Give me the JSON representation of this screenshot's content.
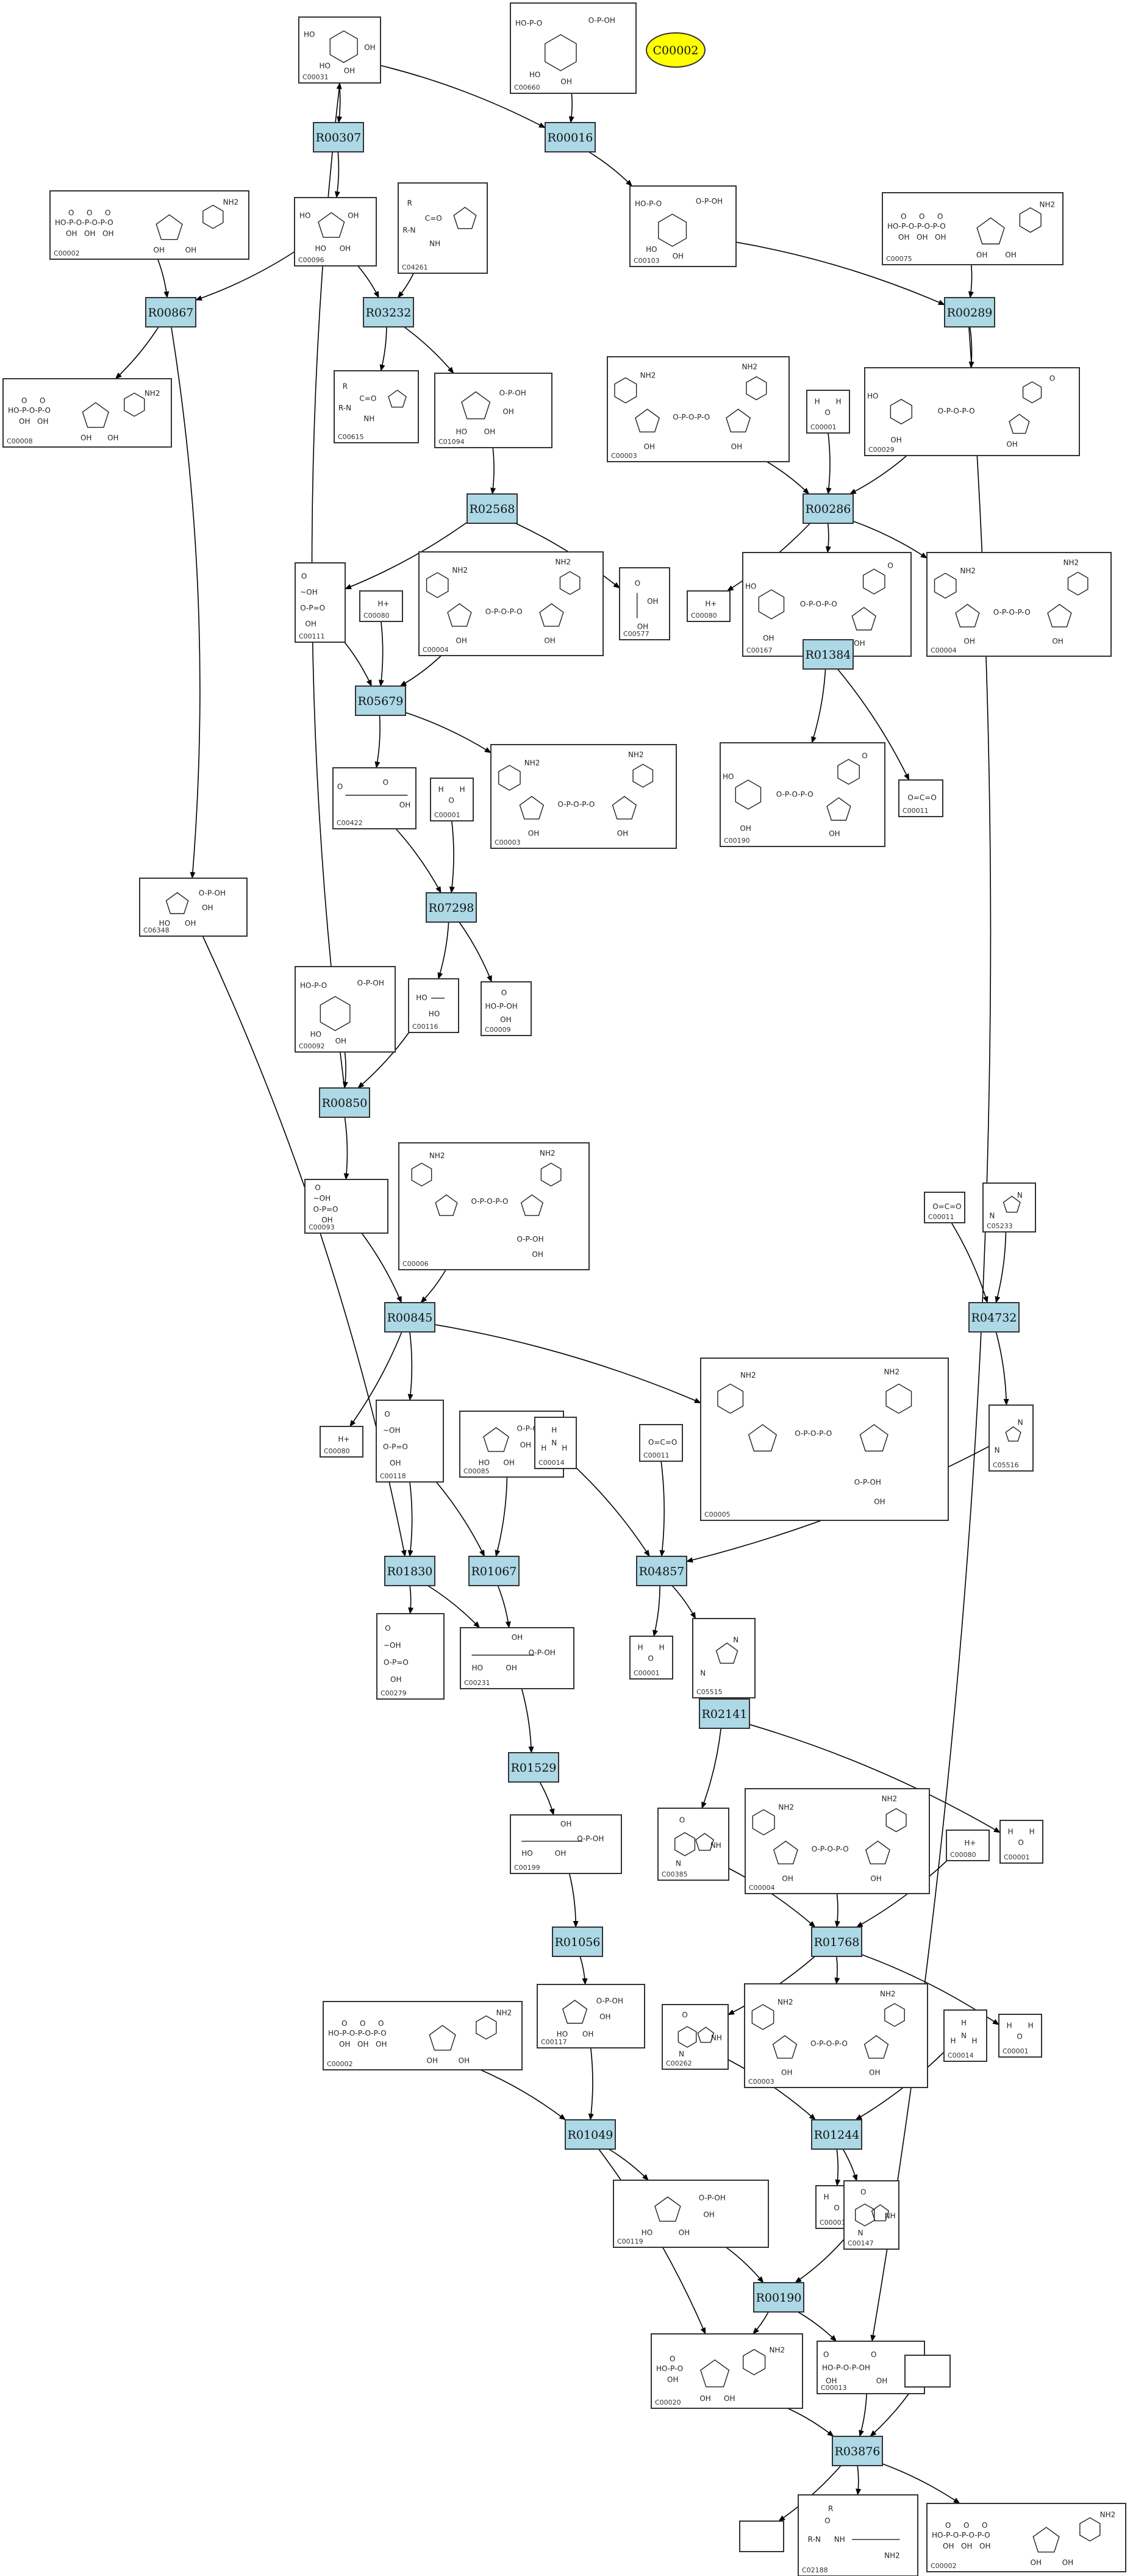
{
  "highlight": {
    "id": "C00002",
    "color": "#ffff00"
  },
  "colors": {
    "reaction_fill": "#add8e6",
    "edge": "#000000",
    "compound_border": "#333333"
  },
  "reactions": [
    {
      "key": "R00307",
      "label": "R00307"
    },
    {
      "key": "R00016",
      "label": "R00016"
    },
    {
      "key": "R00867",
      "label": "R00867"
    },
    {
      "key": "R03232",
      "label": "R03232"
    },
    {
      "key": "R00289",
      "label": "R00289"
    },
    {
      "key": "R02568",
      "label": "R02568"
    },
    {
      "key": "R00286",
      "label": "R00286"
    },
    {
      "key": "R05679",
      "label": "R05679"
    },
    {
      "key": "R01384",
      "label": "R01384"
    },
    {
      "key": "R07298",
      "label": "R07298"
    },
    {
      "key": "R00850",
      "label": "R00850"
    },
    {
      "key": "R04732",
      "label": "R04732"
    },
    {
      "key": "R00845",
      "label": "R00845"
    },
    {
      "key": "R01830",
      "label": "R01830"
    },
    {
      "key": "R01067",
      "label": "R01067"
    },
    {
      "key": "R04857",
      "label": "R04857"
    },
    {
      "key": "R01529",
      "label": "R01529"
    },
    {
      "key": "R02141",
      "label": "R02141"
    },
    {
      "key": "R01056",
      "label": "R01056"
    },
    {
      "key": "R01768",
      "label": "R01768"
    },
    {
      "key": "R01049",
      "label": "R01049"
    },
    {
      "key": "R01244",
      "label": "R01244"
    },
    {
      "key": "R00190",
      "label": "R00190"
    },
    {
      "key": "R03876",
      "label": "R03876"
    }
  ],
  "compounds": [
    {
      "key": "c00031",
      "id": "C00031",
      "icon": "hexose-ring"
    },
    {
      "key": "c00660",
      "id": "C00660",
      "icon": "sugar-phosphate-ring"
    },
    {
      "key": "c00002a",
      "id": "C00002",
      "icon": "nucleotide-triphosphate"
    },
    {
      "key": "c00096",
      "id": "C00096",
      "icon": "furanose-ring"
    },
    {
      "key": "c04261",
      "id": "C04261",
      "icon": "imidazole-peptide"
    },
    {
      "key": "c00103",
      "id": "C00103",
      "icon": "sugar-phosphate-ring"
    },
    {
      "key": "c00075",
      "id": "C00075",
      "icon": "nucleotide-triphosphate"
    },
    {
      "key": "c00008a",
      "id": "C00008",
      "icon": "nucleotide-diphosphate"
    },
    {
      "key": "c00615",
      "id": "C00615",
      "icon": "imidazole-peptide"
    },
    {
      "key": "c01094",
      "id": "C01094",
      "icon": "furanose-phosphate"
    },
    {
      "key": "c00003a",
      "id": "C00003",
      "icon": "nad-dinucleotide"
    },
    {
      "key": "c00001a",
      "id": "C00001",
      "icon": "water"
    },
    {
      "key": "c00029",
      "id": "C00029",
      "icon": "udp-sugar"
    },
    {
      "key": "c00111",
      "id": "C00111",
      "icon": "small-phosphate"
    },
    {
      "key": "c00080a",
      "id": "C00080",
      "icon": "proton"
    },
    {
      "key": "c00004a",
      "id": "C00004",
      "icon": "nad-dinucleotide"
    },
    {
      "key": "c00577",
      "id": "C00577",
      "icon": "small-aldehyde"
    },
    {
      "key": "c00080b",
      "id": "C00080",
      "icon": "proton"
    },
    {
      "key": "c00167",
      "id": "C00167",
      "icon": "udp-sugar"
    },
    {
      "key": "c00004b",
      "id": "C00004",
      "icon": "nad-dinucleotide"
    },
    {
      "key": "c00422",
      "id": "C00422",
      "icon": "lipid-chain"
    },
    {
      "key": "c00001b",
      "id": "C00001",
      "icon": "water"
    },
    {
      "key": "c00003b",
      "id": "C00003",
      "icon": "nad-dinucleotide"
    },
    {
      "key": "c00190",
      "id": "C00190",
      "icon": "udp-sugar"
    },
    {
      "key": "c00011a",
      "id": "C00011",
      "icon": "carbon-dioxide"
    },
    {
      "key": "c06348",
      "id": "C06348",
      "icon": "furanose-phosphate"
    },
    {
      "key": "c00092",
      "id": "C00092",
      "icon": "sugar-phosphate-ring"
    },
    {
      "key": "c00116",
      "id": "C00116",
      "icon": "small-alcohol"
    },
    {
      "key": "c00009",
      "id": "C00009",
      "icon": "phosphate"
    },
    {
      "key": "c00093",
      "id": "C00093",
      "icon": "small-phosphate"
    },
    {
      "key": "c00006a",
      "id": "C00006",
      "icon": "nadp-dinucleotide"
    },
    {
      "key": "c00011b",
      "id": "C00011",
      "icon": "carbon-dioxide"
    },
    {
      "key": "c05233",
      "id": "C05233",
      "icon": "imidazole"
    },
    {
      "key": "c00080c",
      "id": "C00080",
      "icon": "proton"
    },
    {
      "key": "c00118",
      "id": "C00118",
      "icon": "small-phosphate"
    },
    {
      "key": "c00085",
      "id": "C00085",
      "icon": "furanose-phosphate"
    },
    {
      "key": "c00014a",
      "id": "C00014",
      "icon": "ammonia"
    },
    {
      "key": "c00011c",
      "id": "C00011",
      "icon": "carbon-dioxide"
    },
    {
      "key": "c00005",
      "id": "C00005",
      "icon": "nadp-dinucleotide"
    },
    {
      "key": "c05516",
      "id": "C05516",
      "icon": "imidazole"
    },
    {
      "key": "c00279",
      "id": "C00279",
      "icon": "small-phosphate"
    },
    {
      "key": "c00231",
      "id": "C00231",
      "icon": "chain-phosphate"
    },
    {
      "key": "c00001c",
      "id": "C00001",
      "icon": "water"
    },
    {
      "key": "c05515",
      "id": "C05515",
      "icon": "imidazole"
    },
    {
      "key": "c00199",
      "id": "C00199",
      "icon": "chain-phosphate"
    },
    {
      "key": "c00385",
      "id": "C00385",
      "icon": "purine-base"
    },
    {
      "key": "c00004c",
      "id": "C00004",
      "icon": "nad-dinucleotide"
    },
    {
      "key": "c00080d",
      "id": "C00080",
      "icon": "proton"
    },
    {
      "key": "c00001d",
      "id": "C00001",
      "icon": "water"
    },
    {
      "key": "c00117",
      "id": "C00117",
      "icon": "furanose-phosphate"
    },
    {
      "key": "c00002b",
      "id": "C00002",
      "icon": "nucleotide-triphosphate"
    },
    {
      "key": "c00262",
      "id": "C00262",
      "icon": "purine-base"
    },
    {
      "key": "c00003c",
      "id": "C00003",
      "icon": "nad-dinucleotide"
    },
    {
      "key": "c00014b",
      "id": "C00014",
      "icon": "ammonia"
    },
    {
      "key": "c00001e",
      "id": "C00001",
      "icon": "water"
    },
    {
      "key": "c00119",
      "id": "C00119",
      "icon": "furanose-phosphate"
    },
    {
      "key": "c00001f",
      "id": "C00001",
      "icon": "water"
    },
    {
      "key": "c00147",
      "id": "C00147",
      "icon": "purine-base"
    },
    {
      "key": "c00020",
      "id": "C00020",
      "icon": "nucleotide-monophosphate"
    },
    {
      "key": "c00013",
      "id": "C00013",
      "icon": "diphosphate"
    },
    {
      "key": "blank1",
      "id": "",
      "icon": "empty"
    },
    {
      "key": "blank2",
      "id": "",
      "icon": "empty"
    },
    {
      "key": "c02188",
      "id": "C02188",
      "icon": "lysine-peptide"
    },
    {
      "key": "c00002c",
      "id": "C00002",
      "icon": "nucleotide-triphosphate"
    }
  ],
  "edges": [
    [
      "c00031",
      "R00307"
    ],
    [
      "c00031",
      "R00016"
    ],
    [
      "c00660",
      "R00016"
    ],
    [
      "R00307",
      "c00096"
    ],
    [
      "R00016",
      "c00103"
    ],
    [
      "c00096",
      "R00867"
    ],
    [
      "c00002a",
      "R00867"
    ],
    [
      "c00096",
      "R03232"
    ],
    [
      "c04261",
      "R03232"
    ],
    [
      "c00103",
      "R00289"
    ],
    [
      "c00075",
      "R00289"
    ],
    [
      "R00867",
      "c00008a"
    ],
    [
      "R00867",
      "c06348"
    ],
    [
      "R03232",
      "c00615"
    ],
    [
      "R03232",
      "c01094"
    ],
    [
      "R00289",
      "c00029"
    ],
    [
      "R00289",
      "c00013"
    ],
    [
      "c01094",
      "R02568"
    ],
    [
      "R02568",
      "c00111"
    ],
    [
      "R02568",
      "c00577"
    ],
    [
      "c00003a",
      "R00286"
    ],
    [
      "c00001a",
      "R00286"
    ],
    [
      "c00029",
      "R00286"
    ],
    [
      "R00286",
      "c00080b"
    ],
    [
      "R00286",
      "c00167"
    ],
    [
      "R00286",
      "c00004b"
    ],
    [
      "c00111",
      "R05679"
    ],
    [
      "c00080a",
      "R05679"
    ],
    [
      "c00004a",
      "R05679"
    ],
    [
      "R05679",
      "c00422"
    ],
    [
      "R05679",
      "c00003b"
    ],
    [
      "c00167",
      "R01384"
    ],
    [
      "R01384",
      "c00190"
    ],
    [
      "R01384",
      "c00011a"
    ],
    [
      "c00422",
      "R07298"
    ],
    [
      "c00001b",
      "R07298"
    ],
    [
      "R07298",
      "c00116"
    ],
    [
      "R07298",
      "c00009"
    ],
    [
      "c00092",
      "R00850"
    ],
    [
      "c00116",
      "R00850"
    ],
    [
      "R00850",
      "c00031"
    ],
    [
      "R00850",
      "c00093"
    ],
    [
      "c00093",
      "R00845"
    ],
    [
      "c00006a",
      "R00845"
    ],
    [
      "c00011b",
      "R04732"
    ],
    [
      "c05233",
      "R04732"
    ],
    [
      "R00845",
      "c00080c"
    ],
    [
      "R00845",
      "c00118"
    ],
    [
      "R00845",
      "c00005"
    ],
    [
      "R04732",
      "c05516"
    ],
    [
      "c00118",
      "R01830"
    ],
    [
      "c06348",
      "R01830"
    ],
    [
      "c00118",
      "R01067"
    ],
    [
      "c00085",
      "R01067"
    ],
    [
      "c00014a",
      "R04857"
    ],
    [
      "c00011c",
      "R04857"
    ],
    [
      "c05516",
      "R04857"
    ],
    [
      "R01830",
      "c00279"
    ],
    [
      "R01830",
      "c00231"
    ],
    [
      "R01067",
      "c00231"
    ],
    [
      "R04857",
      "c00001c"
    ],
    [
      "R04857",
      "c05515"
    ],
    [
      "c00231",
      "R01529"
    ],
    [
      "c05515",
      "R02141"
    ],
    [
      "R01529",
      "c00199"
    ],
    [
      "R02141",
      "c00385"
    ],
    [
      "R02141",
      "c00001d"
    ],
    [
      "c00199",
      "R01056"
    ],
    [
      "c00385",
      "R01768"
    ],
    [
      "c00004c",
      "R01768"
    ],
    [
      "c00080d",
      "R01768"
    ],
    [
      "R01056",
      "c00117"
    ],
    [
      "R01768",
      "c00262"
    ],
    [
      "R01768",
      "c00003c"
    ],
    [
      "R01768",
      "c00001e"
    ],
    [
      "c00117",
      "R01049"
    ],
    [
      "c00002b",
      "R01049"
    ],
    [
      "c00262",
      "R01244"
    ],
    [
      "c00014b",
      "R01244"
    ],
    [
      "R01049",
      "c00119"
    ],
    [
      "R01049",
      "c00020"
    ],
    [
      "R01244",
      "c00001f"
    ],
    [
      "R01244",
      "c00147"
    ],
    [
      "c00119",
      "R00190"
    ],
    [
      "c00147",
      "R00190"
    ],
    [
      "R00190",
      "c00020"
    ],
    [
      "R00190",
      "c00013"
    ],
    [
      "c00020",
      "R03876"
    ],
    [
      "c00013",
      "R03876"
    ],
    [
      "blank1",
      "R03876"
    ],
    [
      "R03876",
      "blank2"
    ],
    [
      "R03876",
      "c02188"
    ],
    [
      "R03876",
      "c00002c"
    ]
  ]
}
